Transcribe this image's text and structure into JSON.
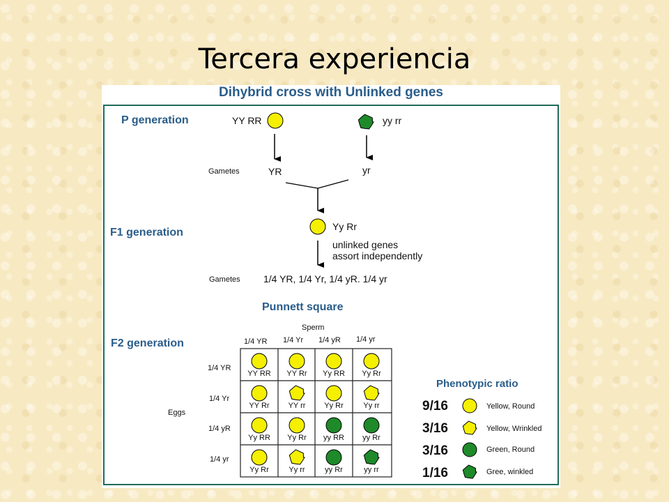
{
  "slide_title": "Tercera experiencia",
  "panel_title": "Dihybrid cross with Unlinked genes",
  "p_generation": {
    "label": "P generation",
    "parent1": "YY RR",
    "parent2": "yy rr",
    "gametes_label": "Gametes",
    "gamete1": "YR",
    "gamete2": "yr"
  },
  "f1_generation": {
    "label": "F1 generation",
    "genotype": "Yy Rr",
    "note_line1": "unlinked genes",
    "note_line2": "assort independently",
    "gametes_label": "Gametes",
    "gametes": "1/4 YR, 1/4 Yr, 1/4 yR. 1/4 yr"
  },
  "punnett": {
    "title": "Punnett square",
    "sperm_label": "Sperm",
    "eggs_label": "Eggs",
    "f2_label": "F2 generation",
    "column_headers": [
      "1/4 YR",
      "1/4 Yr",
      "1/4 yR",
      "1/4 yr"
    ],
    "row_headers": [
      "1/4 YR",
      "1/4 Yr",
      "1/4 yR",
      "1/4 yr"
    ],
    "cells": [
      [
        {
          "g": "YY RR",
          "c": "yellow",
          "s": "round"
        },
        {
          "g": "YY Rr",
          "c": "yellow",
          "s": "round"
        },
        {
          "g": "Yy RR",
          "c": "yellow",
          "s": "round"
        },
        {
          "g": "Yy Rr",
          "c": "yellow",
          "s": "round"
        }
      ],
      [
        {
          "g": "YY Rr",
          "c": "yellow",
          "s": "round"
        },
        {
          "g": "YY rr",
          "c": "yellow",
          "s": "wrinkled"
        },
        {
          "g": "Yy Rr",
          "c": "yellow",
          "s": "round"
        },
        {
          "g": "Yy rr",
          "c": "yellow",
          "s": "wrinkled"
        }
      ],
      [
        {
          "g": "Yy RR",
          "c": "yellow",
          "s": "round"
        },
        {
          "g": "Yy Rr",
          "c": "yellow",
          "s": "round"
        },
        {
          "g": "yy RR",
          "c": "green",
          "s": "round"
        },
        {
          "g": "yy Rr",
          "c": "green",
          "s": "round"
        }
      ],
      [
        {
          "g": "Yy Rr",
          "c": "yellow",
          "s": "round"
        },
        {
          "g": "Yy rr",
          "c": "yellow",
          "s": "wrinkled"
        },
        {
          "g": "yy Rr",
          "c": "green",
          "s": "round"
        },
        {
          "g": "yy rr",
          "c": "green",
          "s": "wrinkled"
        }
      ]
    ]
  },
  "phenotypic_ratio": {
    "title": "Phenotypic ratio",
    "rows": [
      {
        "ratio": "9/16",
        "label": "Yellow, Round",
        "c": "yellow",
        "s": "round"
      },
      {
        "ratio": "3/16",
        "label": "Yellow, Wrinkled",
        "c": "yellow",
        "s": "wrinkled"
      },
      {
        "ratio": "3/16",
        "label": "Green, Round",
        "c": "green",
        "s": "round"
      },
      {
        "ratio": "1/16",
        "label": "Gree, winkled",
        "c": "green",
        "s": "wrinkled"
      }
    ]
  },
  "colors": {
    "yellow_fill": "#f5f000",
    "green_fill": "#1e8a2a",
    "title_blue": "#2a5d8a",
    "frame": "#1f6b5a"
  }
}
